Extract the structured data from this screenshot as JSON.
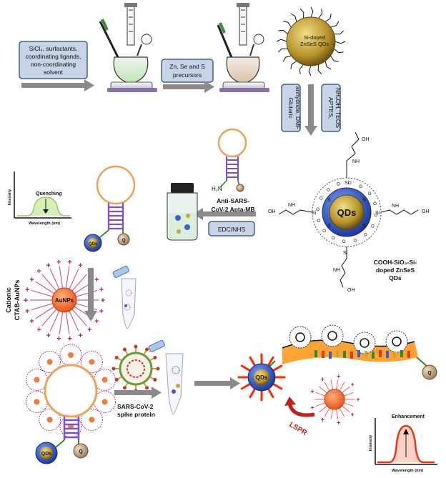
{
  "boxes": {
    "reagents": [
      "SiCl₄, surfactants,",
      "coordinating ligands,",
      "non-coordinating",
      "solvent"
    ],
    "precursors": [
      "Zn, Se and S",
      "precursors"
    ],
    "silanization": [
      "APTES,",
      "NH₄OH, TEOS"
    ],
    "glutaric": [
      "Glutaric",
      "anhydride, DMF"
    ],
    "edc_nhs": "EDC/NHS"
  },
  "labels": {
    "qd_core": [
      "Si-doped",
      "ZnSeS QDs"
    ],
    "qds": "QDs",
    "q": "Q",
    "aptamer": [
      "Anti-SARS-",
      "CoV-2 Apta-MB"
    ],
    "h2n": "H₂N",
    "cooh_qd": [
      "COOH-SiO₂-Si-",
      "doped ZnSeS",
      "QDs"
    ],
    "cationic": [
      "Cationic",
      "CTAB-AuNPs"
    ],
    "aunps": "AuNPs",
    "spike": [
      "SARS-CoV-2",
      "spike protein"
    ],
    "lspr": "LSPR",
    "quenching": "Quenching",
    "enhancement": "Enhancement",
    "intensity": "Intensity",
    "wavelength": "Wavelength (nm)",
    "oh": "OH",
    "nh": "NH",
    "si": "Si",
    "o": "O",
    "s": "S"
  },
  "colors": {
    "arrow": "#8a8a8a",
    "box_fill": "#c7d3e6",
    "box_stroke": "#4a5f86",
    "qd_blue": "#2f56c9",
    "qd_gold": "#c9a63a",
    "aunp_orange": "#f47a3a",
    "ctab_purple": "#a1237f",
    "aptamer_stem": "#7a4fd6",
    "quench_green": "#d6efb4",
    "enh_red": "#e03a1a"
  }
}
